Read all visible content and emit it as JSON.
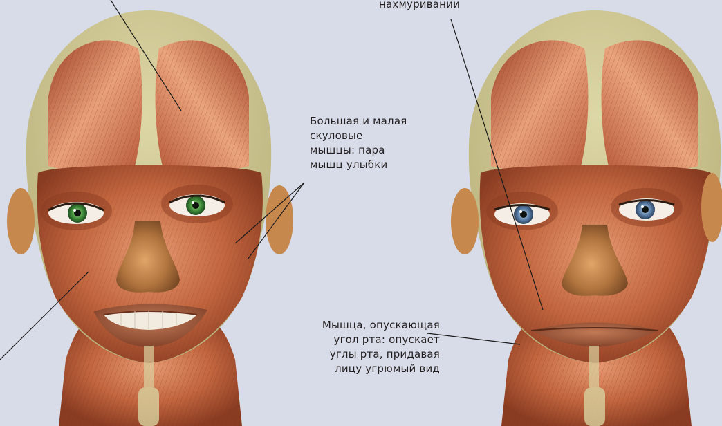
{
  "labels": {
    "frown_top": "нахмуривании",
    "zygomatic": [
      "Большая и малая",
      "скуловые",
      "мышцы: пара",
      "мышц улыбки"
    ],
    "depressor": [
      "Мышца, опускающая",
      "угол рта: опускает",
      "углы рта, придавая",
      "лицу угрюмый вид"
    ]
  },
  "colors": {
    "background": "#d7dce8",
    "muscle_base": "#b85a3a",
    "muscle_highlight": "#e8a07a",
    "tendon": "#d8d2a0",
    "eye_left_head": "#3f8c3a",
    "eye_right_head": "#5a7fa8",
    "leader_line": "#1a1a1a"
  }
}
